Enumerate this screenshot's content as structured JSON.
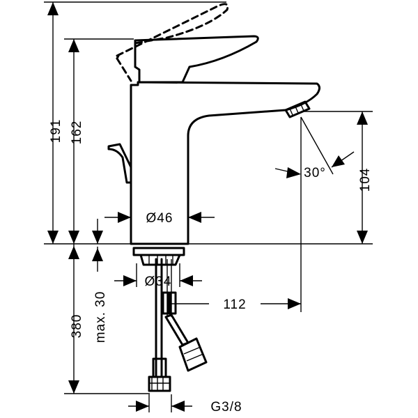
{
  "dimensions": {
    "total_height": "191",
    "spout_height": "162",
    "outlet_height": "104",
    "spray_angle": "30°",
    "body_diameter": "Ø46",
    "hole_diameter": "Ø34",
    "projection": "112",
    "hose_length": "380",
    "max_thickness": "max. 30",
    "thread": "G3/8"
  }
}
